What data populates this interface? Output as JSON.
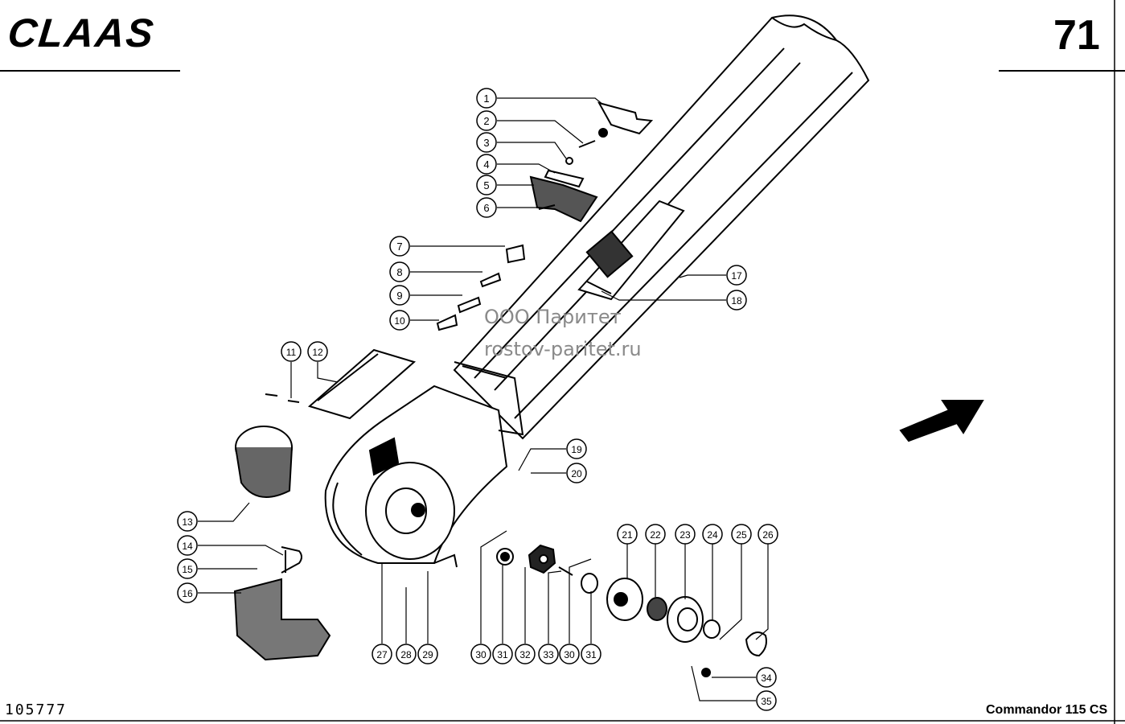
{
  "header": {
    "brand": "CLAAS",
    "page_number": "71"
  },
  "footer": {
    "drawing_number": "105777",
    "model": "Commandor 115 CS"
  },
  "watermark": {
    "line1": "ООО Паритет",
    "line2": "rostov-paritet.ru"
  },
  "callouts": [
    "1",
    "2",
    "3",
    "4",
    "5",
    "6",
    "7",
    "8",
    "9",
    "10",
    "11",
    "12",
    "13",
    "14",
    "15",
    "16",
    "17",
    "18",
    "19",
    "20",
    "21",
    "22",
    "23",
    "24",
    "25",
    "26",
    "27",
    "28",
    "29",
    "30",
    "31",
    "32",
    "33",
    "30",
    "31",
    "34",
    "35"
  ]
}
